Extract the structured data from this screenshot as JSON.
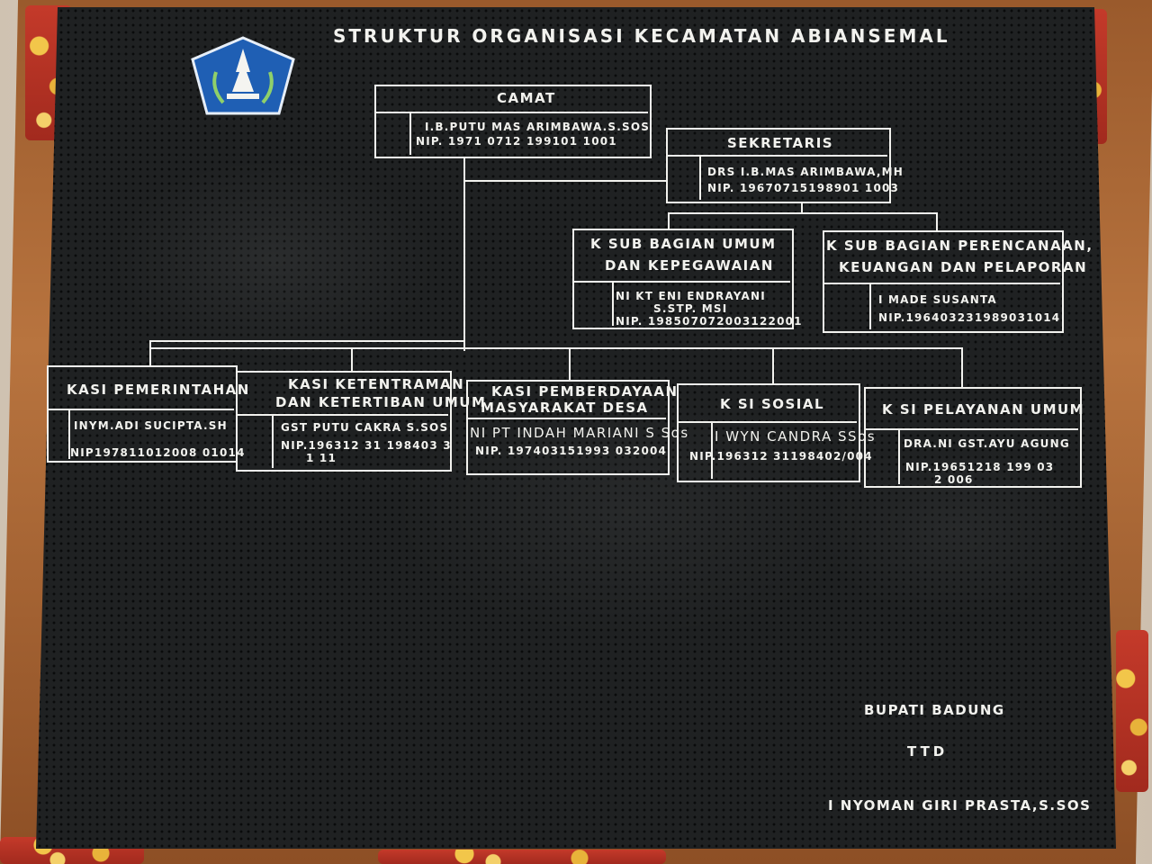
{
  "title": "STRUKTUR ORGANISASI  KECAMATAN ABIANSEMAL",
  "camat": {
    "heading": "CAMAT",
    "name": "I.B.PUTU MAS ARIMBAWA.S.SOS",
    "nip": "NIP. 1971 0712 199101 1001"
  },
  "sekretaris": {
    "heading": "SEKRETARIS",
    "name": "DRS I.B.MAS ARIMBAWA,MH",
    "nip": "NIP. 19670715198901 1003"
  },
  "subbag_umum": {
    "heading1": "K SUB BAGIAN UMUM",
    "heading2": "DAN KEPEGAWAIAN",
    "name1": "NI KT ENI ENDRAYANI",
    "name2": "S.STP. MSI",
    "nip": "NIP. 198507072003122001"
  },
  "subbag_perencanaan": {
    "heading1": "K SUB BAGIAN PERENCANAAN,",
    "heading2": "KEUANGAN DAN PELAPORAN",
    "name": "I MADE SUSANTA",
    "nip": "NIP.196403231989031014"
  },
  "kasi_pemerintahan": {
    "heading": "KASI PEMERINTAHAN",
    "name": "INYM.ADI SUCIPTA.SH",
    "nip": "NIP197811012008 01014"
  },
  "kasi_ketentraman": {
    "heading1": "KASI KETENTRAMAN",
    "heading2": "DAN KETERTIBAN UMUM",
    "name": "GST PUTU CAKRA S.SOS",
    "nip1": "NIP.196312 31 198403 3",
    "nip2": "1 11"
  },
  "kasi_pemberdayaan": {
    "heading1": "KASI PEMBERDAYAAN",
    "heading2": "MASYARAKAT DESA",
    "name": "NI PT INDAH MARIANI S Sos",
    "nip": "NIP. 197403151993 032004"
  },
  "kasi_sosial": {
    "heading": "K SI SOSIAL",
    "name": "I WYN CANDRA SSos",
    "nip": "NIP.196312 31198402/004"
  },
  "kasi_pelayanan": {
    "heading": "K SI PELAYANAN UMUM",
    "name": "DRA.NI GST.AYU AGUNG",
    "nip1": "NIP.19651218 199 03",
    "nip2": "2 006"
  },
  "signature": {
    "line1": "BUPATI BADUNG",
    "line2": "TTD",
    "line3": "I NYOMAN GIRI PRASTA,S.SOS"
  },
  "colors": {
    "board": "#1f2122",
    "text": "#f2f2ee",
    "frame": "#9a5a2c",
    "emblem": "#1f5fb4"
  },
  "icons": {
    "emblem": "regency-emblem-icon"
  }
}
